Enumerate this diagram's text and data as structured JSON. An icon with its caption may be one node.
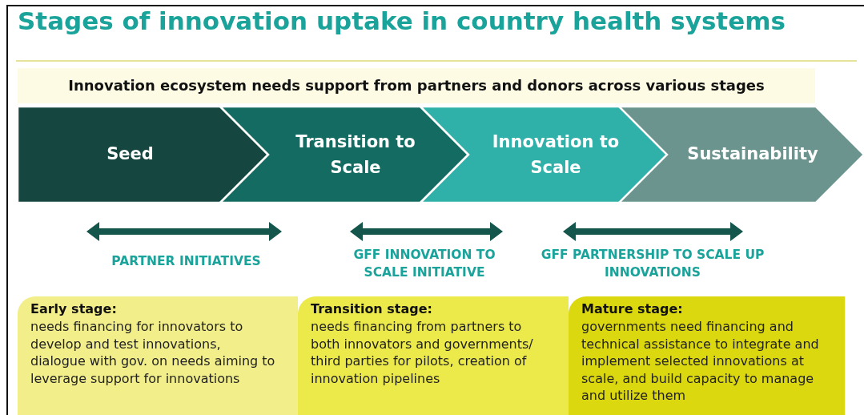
{
  "diagram": {
    "title": "Stages of innovation uptake in country health systems",
    "nodes": [
      {
        "text": [
          "Innovation ecosystem needs support from partners and donors across various stages"
        ]
      },
      {
        "text": [
          "Seed"
        ]
      },
      {
        "text": [
          "Transition to Scale"
        ]
      },
      {
        "text": [
          "Innovation to Scale"
        ]
      },
      {
        "text": [
          "Sustainability"
        ]
      },
      {
        "text": [
          "Early stage:",
          "needs financing for innovators to develop and test innovations, dialogue with gov. on needs aiming to leverage support for innovations"
        ]
      },
      {
        "text": [
          "**Transition stage**:",
          "needs financing from partners to both innovators and governments/ third parties for pilots, creation of innovation pipelines"
        ]
      },
      {
        "text": [
          "Mature stage:",
          "governments need financing and technical assistance to integrate and implement selected innovations at scale, and build capacity to manage and utilize them"
        ]
      }
    ],
    "labels": [
      "PARTNER INITIATIVES",
      "GFF INNOVATION TO SCALE INITIATIVE",
      "GFF PARTNERSHIP TO SCALE UP INNOVATIONS"
    ]
  }
}
